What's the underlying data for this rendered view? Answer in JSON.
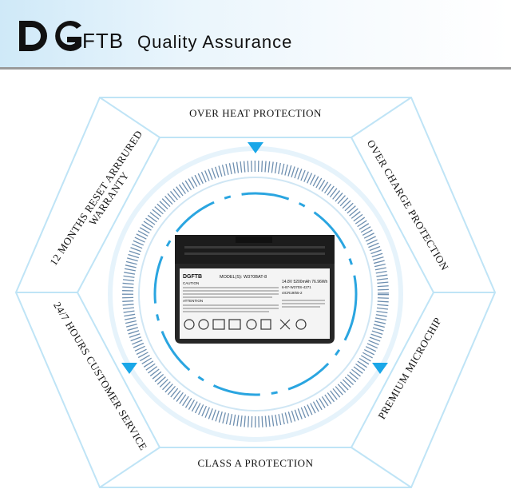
{
  "header": {
    "brand_mark": "DG",
    "brand_suffix": "FTB",
    "tagline": "Quality Assurance"
  },
  "features": {
    "top": "OVER HEAT PROTECTION",
    "top_right": "OVER CHARGE PROTECTION",
    "bottom_right": "PREMIUM MICROCHIP",
    "bottom": "CLASS A PROTECTION",
    "bottom_left": "24/7 HOURS CUSTOMER SERVICE",
    "top_left_line1": "12 MONTHS RESET ARRRURED",
    "top_left_line2": "WARRANTY"
  },
  "battery": {
    "brand": "DGFTB",
    "model": "MODEL(S): W370BAT-8",
    "spec": "14.8V 5200mAh 76.96Wh",
    "part": "6-87-W370S-4271",
    "cells": "4ICR19/65-2",
    "caution_title": "CAUTION",
    "attention_title": "ATTENTION"
  },
  "colors": {
    "accent": "#1aa7e8",
    "hex_line": "#bfe4f6",
    "battery_body": "#262626"
  }
}
